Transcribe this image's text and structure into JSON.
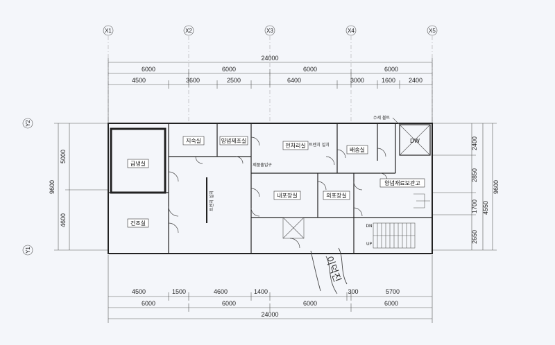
{
  "grid": {
    "columns": [
      "X1",
      "X2",
      "X3",
      "X4",
      "X5"
    ],
    "rows": [
      "Y2",
      "Y1"
    ]
  },
  "dims_top": {
    "overall": "24000",
    "bays": [
      "6000",
      "6000",
      "6000",
      "6000"
    ],
    "sub": [
      "4500",
      "3600",
      "2500",
      "6400",
      "3000",
      "1600",
      "2400"
    ]
  },
  "dims_bottom": {
    "overall": "24000",
    "bays": [
      "6000",
      "6000",
      "6000",
      "6000"
    ],
    "sub": [
      "4500",
      "1500",
      "4600",
      "1400",
      "300",
      "5700"
    ]
  },
  "dims_left": {
    "overall": "9600",
    "sub": [
      "5000",
      "4600"
    ]
  },
  "dims_right": {
    "overall": "9600",
    "sub": [
      "2400",
      "2850",
      "1700",
      "2650"
    ],
    "sub2": "4550"
  },
  "rooms": {
    "r1": "급냉실",
    "r2": "건조실",
    "r3": "지숙실",
    "r4": "양념제조실",
    "r5": "전처리실",
    "r6": "배송실",
    "r7": "내포장실",
    "r8": "외포장실",
    "r9": "양념재료보관고",
    "r10": "DW"
  },
  "small_labels": {
    "s1": "수세 볼트",
    "s2": "트렌치 설치",
    "s3": "트렌치 설치",
    "s4": "제품출입구",
    "s5": "DN",
    "s6": "UP"
  },
  "handwriting": "이덕진"
}
